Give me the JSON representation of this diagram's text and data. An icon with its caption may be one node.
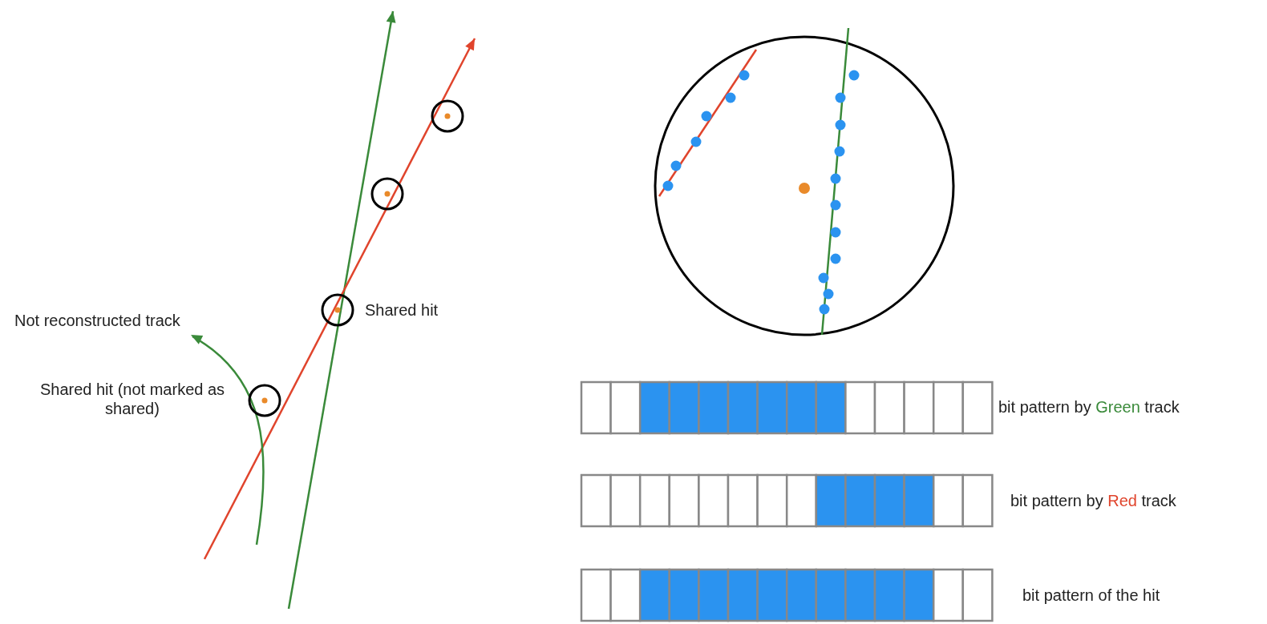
{
  "diagram": {
    "labels": [
      "Not reconstructed track",
      "Shared hit",
      "Shared hit (not marked as shared)",
      "bit pattern by Green track",
      "bit pattern by Red track",
      "bit pattern of the hit"
    ]
  }
}
